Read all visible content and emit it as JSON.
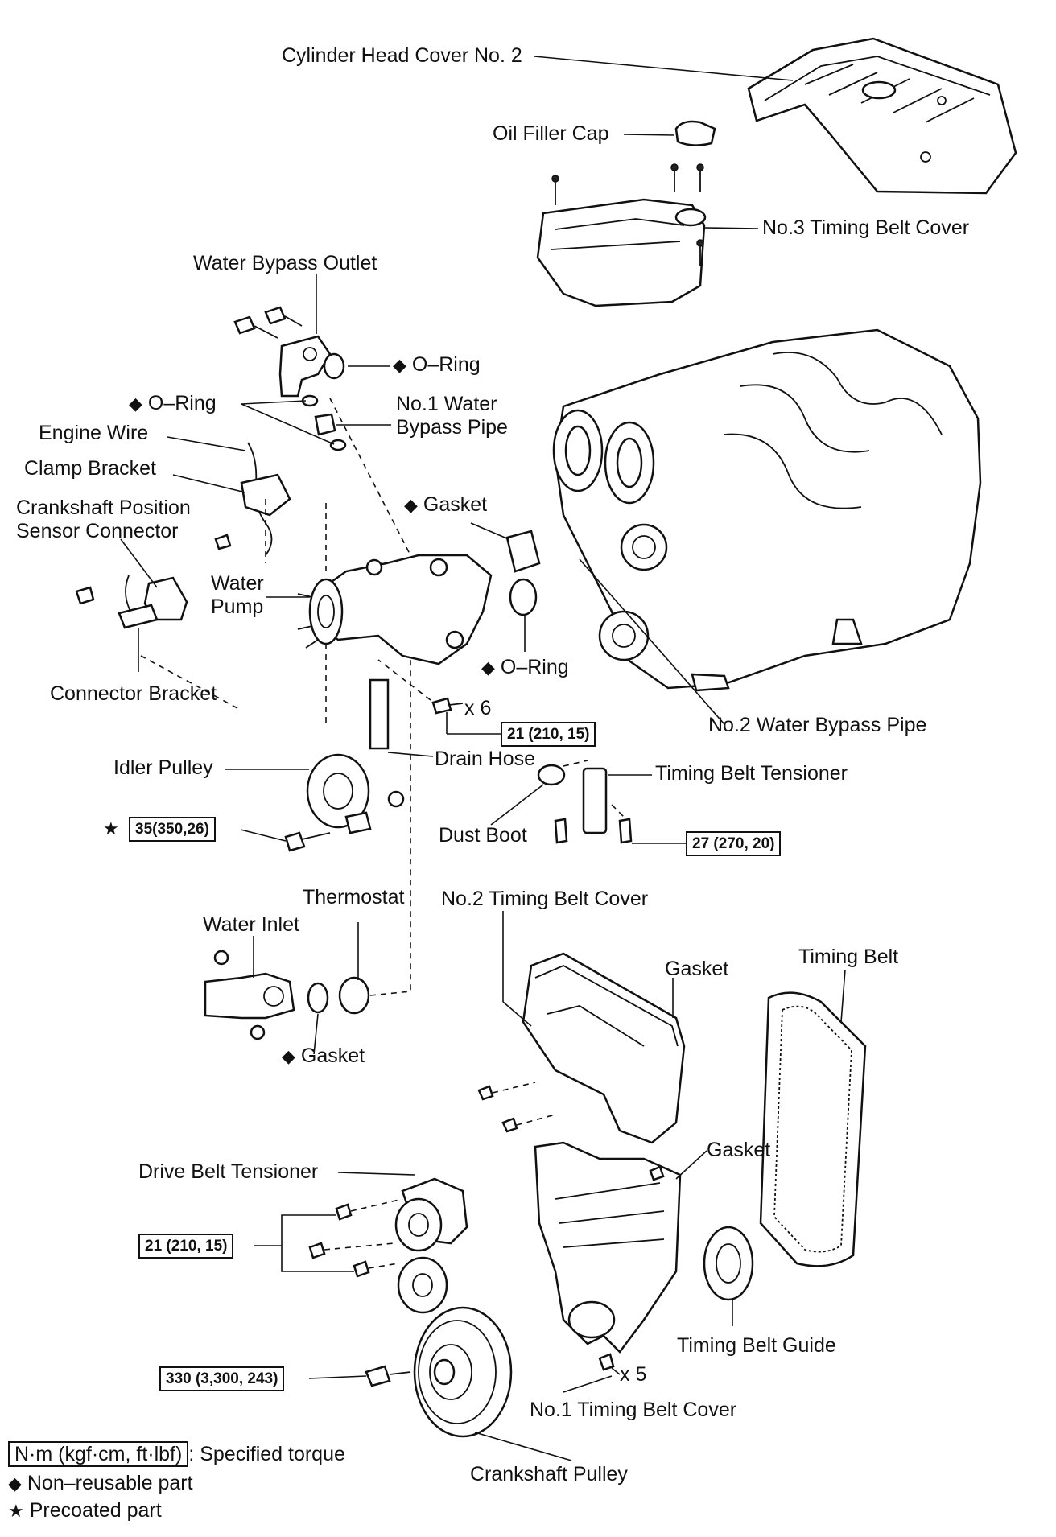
{
  "labels": {
    "cylinder_head_cover": "Cylinder Head Cover No. 2",
    "oil_filler_cap": "Oil Filler Cap",
    "no3_timing_belt_cover": "No.3 Timing Belt Cover",
    "water_bypass_outlet": "Water Bypass Outlet",
    "o_ring_outlet": "O–Ring",
    "o_ring_left": "O–Ring",
    "no1_water_bypass_pipe_line1": "No.1 Water",
    "no1_water_bypass_pipe_line2": "Bypass Pipe",
    "engine_wire": "Engine Wire",
    "clamp_bracket": "Clamp Bracket",
    "crankshaft_sensor_line1": "Crankshaft Position",
    "crankshaft_sensor_line2": "Sensor Connector",
    "gasket_pump": "Gasket",
    "water_pump_line1": "Water",
    "water_pump_line2": "Pump",
    "o_ring_pump": "O–Ring",
    "connector_bracket": "Connector Bracket",
    "x6": "x 6",
    "no2_water_bypass_pipe": "No.2 Water Bypass Pipe",
    "idler_pulley": "Idler Pulley",
    "drain_hose": "Drain Hose",
    "timing_belt_tensioner": "Timing Belt Tensioner",
    "dust_boot": "Dust Boot",
    "thermostat": "Thermostat",
    "water_inlet": "Water Inlet",
    "gasket_inlet": "Gasket",
    "no2_timing_belt_cover": "No.2 Timing Belt Cover",
    "gasket_cover2": "Gasket",
    "timing_belt": "Timing Belt",
    "gasket_cover1": "Gasket",
    "drive_belt_tensioner": "Drive Belt Tensioner",
    "timing_belt_guide": "Timing Belt Guide",
    "x5": "x 5",
    "no1_timing_belt_cover": "No.1 Timing Belt Cover",
    "crankshaft_pulley": "Crankshaft Pulley"
  },
  "torques": {
    "pump_bolts": "21 (210, 15)",
    "idler_bolt": "35(350,26)",
    "tensioner_bolts": "27 (270, 20)",
    "drive_tensioner_bolts": "21 (210, 15)",
    "crank_bolt": "330 (3,300, 243)"
  },
  "symbols": {
    "non_reusable": "◆",
    "precoated": "★"
  },
  "legend": {
    "torque_box": "N·m (kgf·cm, ft·lbf)",
    "torque_text": ": Specified torque",
    "non_reusable_text": "Non–reusable part",
    "precoated_text": "Precoated part"
  }
}
